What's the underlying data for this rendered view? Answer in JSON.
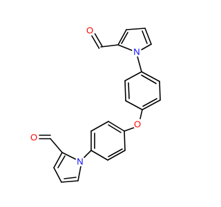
{
  "structure": {
    "atoms": [
      {
        "id": "O1",
        "label": "O",
        "color": "#ff0000"
      },
      {
        "id": "N1",
        "label": "N",
        "color": "#0000ff"
      },
      {
        "id": "O_ether",
        "label": "O",
        "color": "#ff0000"
      },
      {
        "id": "O2",
        "label": "O",
        "color": "#ff0000"
      },
      {
        "id": "N2",
        "label": "N",
        "color": "#0000ff"
      }
    ]
  },
  "colors": {
    "bond": "#000000",
    "oxygen": "#ff0000",
    "nitrogen": "#0000ff",
    "background": "#ffffff"
  }
}
